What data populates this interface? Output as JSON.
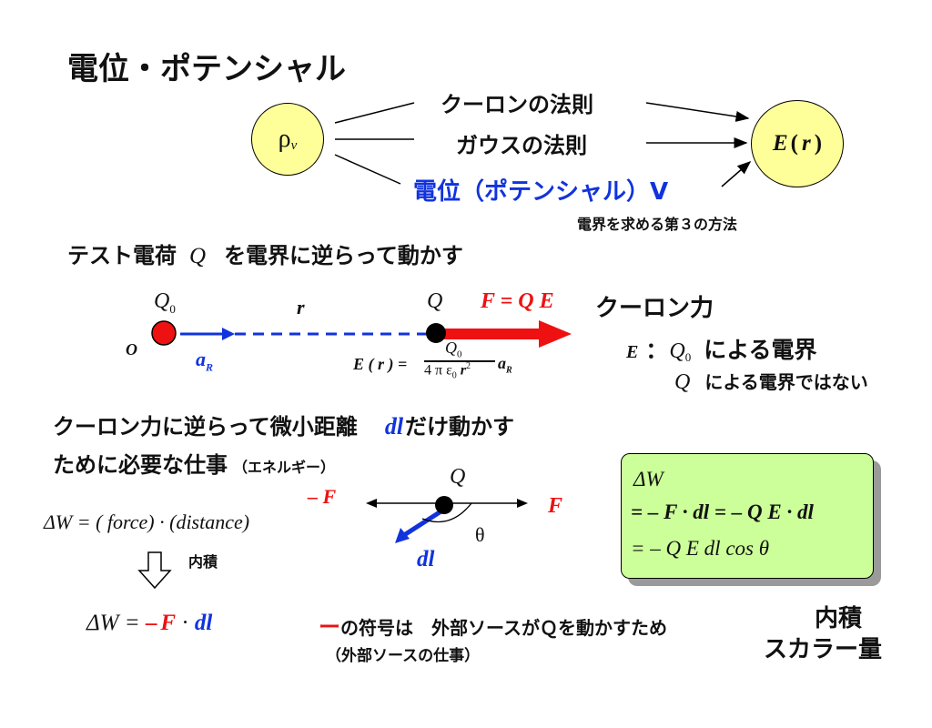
{
  "title": "電位・ポテンシャル",
  "bubble_left": {
    "symbol": "ρ",
    "subscript": "v"
  },
  "bubble_right": {
    "prefix": "E",
    "open": "(",
    "var": "r",
    "close": ")"
  },
  "methods": [
    "クーロンの法則",
    "ガウスの法則"
  ],
  "potential_method": "電位（ポテンシャル）V",
  "third_method_note": "電界を求める第３の方法",
  "test_charge_line": {
    "before": "テスト電荷",
    "symbol": "Q",
    "after": "を電界に逆らって動かす"
  },
  "diagram1": {
    "q0": "Q",
    "q0_sub": "0",
    "r_label": "r",
    "q": "Q",
    "force_eq": "F = Q E",
    "origin": "O",
    "ar": "a",
    "ar_sub": "R",
    "e_formula_lhs": "E ( r ) =",
    "e_formula_num": "Q",
    "e_formula_num_sub": "0",
    "e_formula_den": "4 π ε",
    "e_formula_den_sub": "0",
    "e_formula_den_r": "r",
    "e_formula_den_sup": "2",
    "e_formula_unit": "a",
    "e_formula_unit_sub": "R"
  },
  "coulomb_force": "クーロン力",
  "e_note1": {
    "E": "E",
    "colon": "：",
    "Q": "Q",
    "sub": "0",
    "text": "による電界"
  },
  "e_note2": {
    "Q": "Q",
    "text": "による電界ではない"
  },
  "work_line1": {
    "text": "クーロン力に逆らって微小距離",
    "dl": "dl",
    "after": "だけ動かす"
  },
  "work_line2": {
    "text": "ために必要な仕事",
    "paren": "（エネルギー）"
  },
  "work_formula": "ΔW = (  force) · (distance)",
  "inner_product": "内積",
  "dw_formula": {
    "lhs": "ΔW =",
    "minus": "–",
    "F": "F",
    "dot": "·",
    "dl": "dl"
  },
  "diagram2": {
    "q": "Q",
    "negF": "– F",
    "F": "F",
    "theta": "θ",
    "dl": "dl"
  },
  "greenbox": {
    "line1": "ΔW",
    "line2": "= – F · dl = – Q  E · dl",
    "line3": "= – Q E dl cos θ"
  },
  "minus_sign_glyph": "ー",
  "minus_sign_note": "の符号は　外部ソースがＱを動かすため",
  "external_work": "（外部ソースの仕事）",
  "scalar_note": [
    "内積",
    "スカラー量"
  ],
  "colors": {
    "red": "#ee1111",
    "blue": "#1133dd",
    "bubble": "#ffff99",
    "box": "#ccff99"
  }
}
